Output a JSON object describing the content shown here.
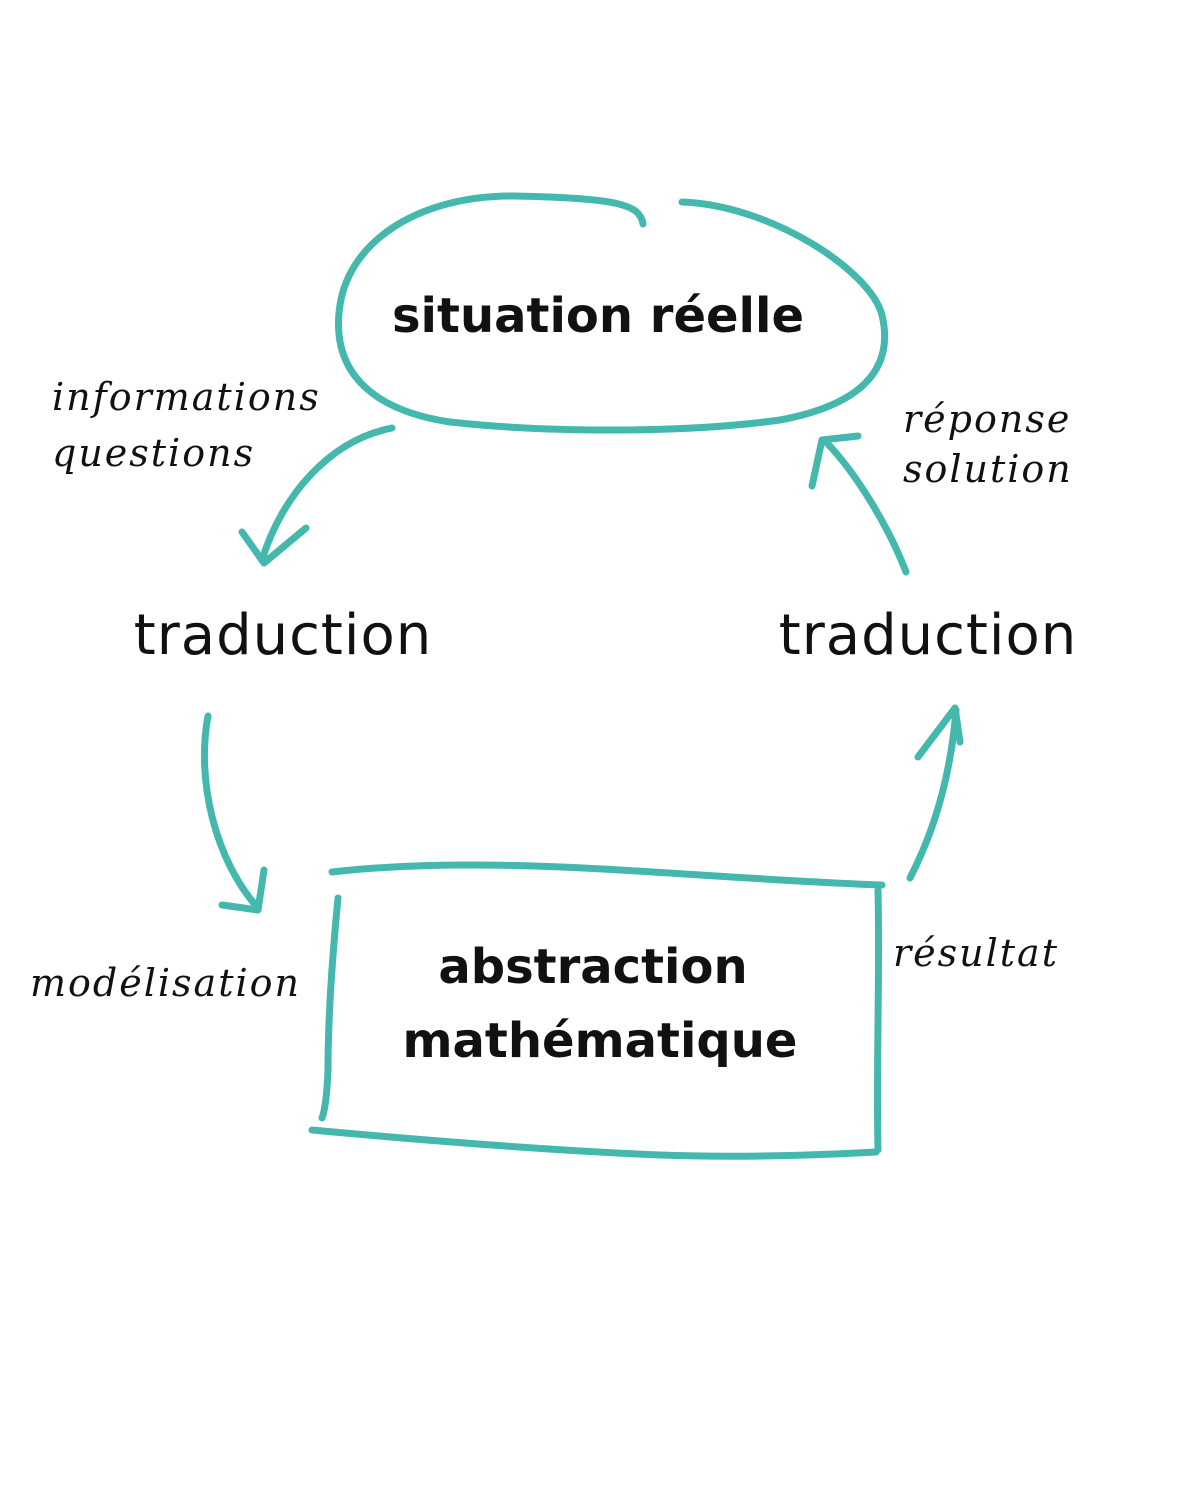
{
  "diagram": {
    "accent_color": "#45b8ae",
    "text_color": "#111111",
    "top_node": {
      "label": "situation réelle",
      "shape": "ellipse"
    },
    "bottom_node": {
      "line1": "abstraction",
      "line2": "mathématique",
      "shape": "rectangle"
    },
    "left_step": {
      "label": "traduction"
    },
    "right_step": {
      "label": "traduction"
    },
    "notes": {
      "top_left_line1": "informations",
      "top_left_line2": "questions",
      "top_right_line1": "réponse",
      "top_right_line2": "solution",
      "bottom_left": "modélisation",
      "bottom_right": "résultat"
    }
  }
}
